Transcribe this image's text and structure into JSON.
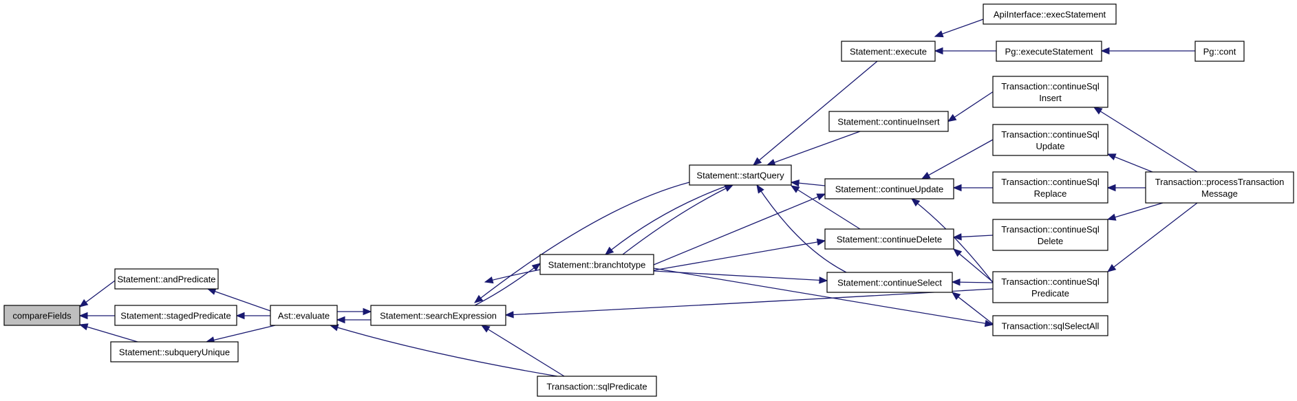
{
  "graph": {
    "edge_color": "#191970",
    "root_fill": "#bfbfbf",
    "nodes": {
      "compareFields": [
        "compareFields"
      ],
      "andPredicate": [
        "Statement::andPredicate"
      ],
      "stagedPredicate": [
        "Statement::stagedPredicate"
      ],
      "subqueryUnique": [
        "Statement::subqueryUnique"
      ],
      "evaluate": [
        "Ast::evaluate"
      ],
      "searchExpression": [
        "Statement::searchExpression"
      ],
      "branchtotype": [
        "Statement::branchtotype"
      ],
      "sqlPredicate": [
        "Transaction::sqlPredicate"
      ],
      "startQuery": [
        "Statement::startQuery"
      ],
      "execute": [
        "Statement::execute"
      ],
      "continueInsert": [
        "Statement::continueInsert"
      ],
      "continueUpdate": [
        "Statement::continueUpdate"
      ],
      "continueDelete": [
        "Statement::continueDelete"
      ],
      "continueSelect": [
        "Statement::continueSelect"
      ],
      "execStatement": [
        "ApiInterface::execStatement"
      ],
      "executeStatement": [
        "Pg::executeStatement"
      ],
      "cont": [
        "Pg::cont"
      ],
      "tcsInsert": [
        "Transaction::continueSql",
        "Insert"
      ],
      "tcsUpdate": [
        "Transaction::continueSql",
        "Update"
      ],
      "tcsReplace": [
        "Transaction::continueSql",
        "Replace"
      ],
      "tcsDelete": [
        "Transaction::continueSql",
        "Delete"
      ],
      "tcsPredicate": [
        "Transaction::continueSql",
        "Predicate"
      ],
      "sqlSelectAll": [
        "Transaction::sqlSelectAll"
      ],
      "processTransactionMessage": [
        "Transaction::processTransaction",
        "Message"
      ]
    },
    "edges": [
      [
        "andPredicate",
        "compareFields"
      ],
      [
        "stagedPredicate",
        "compareFields"
      ],
      [
        "subqueryUnique",
        "compareFields"
      ],
      [
        "evaluate",
        "andPredicate"
      ],
      [
        "evaluate",
        "stagedPredicate"
      ],
      [
        "evaluate",
        "subqueryUnique"
      ],
      [
        "searchExpression",
        "evaluate"
      ],
      [
        "evaluate",
        "searchExpression"
      ],
      [
        "sqlPredicate",
        "evaluate"
      ],
      [
        "branchtotype",
        "searchExpression"
      ],
      [
        "searchExpression",
        "branchtotype"
      ],
      [
        "startQuery",
        "searchExpression"
      ],
      [
        "sqlPredicate",
        "searchExpression"
      ],
      [
        "tcsPredicate",
        "searchExpression"
      ],
      [
        "startQuery",
        "branchtotype"
      ],
      [
        "branchtotype",
        "startQuery"
      ],
      [
        "branchtotype",
        "continueUpdate"
      ],
      [
        "branchtotype",
        "continueDelete"
      ],
      [
        "branchtotype",
        "continueSelect"
      ],
      [
        "branchtotype",
        "sqlSelectAll"
      ],
      [
        "execute",
        "startQuery"
      ],
      [
        "continueInsert",
        "startQuery"
      ],
      [
        "continueUpdate",
        "startQuery"
      ],
      [
        "continueDelete",
        "startQuery"
      ],
      [
        "continueSelect",
        "startQuery"
      ],
      [
        "execStatement",
        "execute"
      ],
      [
        "executeStatement",
        "execute"
      ],
      [
        "cont",
        "executeStatement"
      ],
      [
        "tcsInsert",
        "continueInsert"
      ],
      [
        "tcsUpdate",
        "continueUpdate"
      ],
      [
        "tcsReplace",
        "continueUpdate"
      ],
      [
        "tcsPredicate",
        "continueUpdate"
      ],
      [
        "tcsDelete",
        "continueDelete"
      ],
      [
        "tcsPredicate",
        "continueDelete"
      ],
      [
        "tcsPredicate",
        "continueSelect"
      ],
      [
        "sqlSelectAll",
        "continueSelect"
      ],
      [
        "processTransactionMessage",
        "tcsInsert"
      ],
      [
        "processTransactionMessage",
        "tcsUpdate"
      ],
      [
        "processTransactionMessage",
        "tcsReplace"
      ],
      [
        "processTransactionMessage",
        "tcsDelete"
      ],
      [
        "processTransactionMessage",
        "tcsPredicate"
      ]
    ]
  }
}
